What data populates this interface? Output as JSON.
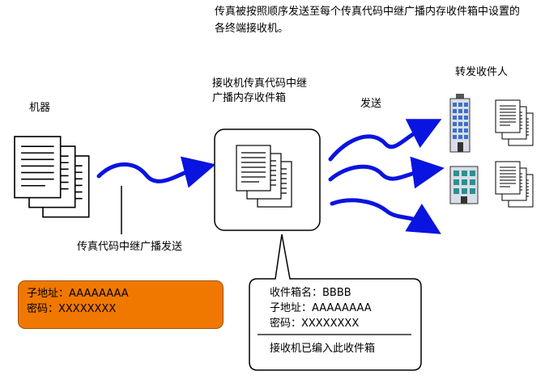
{
  "title": "传真被按照顺序发送至每个传真代码中继广播内存收件箱中设置的各终端接收机。",
  "labels": {
    "machine": "机器",
    "relay_box_line1": "接收机传真代码中继",
    "relay_box_line2": "广播内存收件箱",
    "send": "发送",
    "forward_recipients": "转发收件人",
    "relay_broadcast_send": "传真代码中继广播发送"
  },
  "orange_box": {
    "sub_address": "子地址：AAAAAAAA",
    "password": "密码：XXXXXXXX"
  },
  "callout": {
    "box_name": "收件箱名：BBBB",
    "sub_address": "子地址：AAAAAAAA",
    "password": "密码：XXXXXXXX",
    "note": "接收机已编入此收件箱"
  },
  "colors": {
    "arrow": "#0a14e0",
    "orange": "#f07800",
    "building_blue": "#3a6fcf",
    "building_teal": "#2d8f8f"
  }
}
